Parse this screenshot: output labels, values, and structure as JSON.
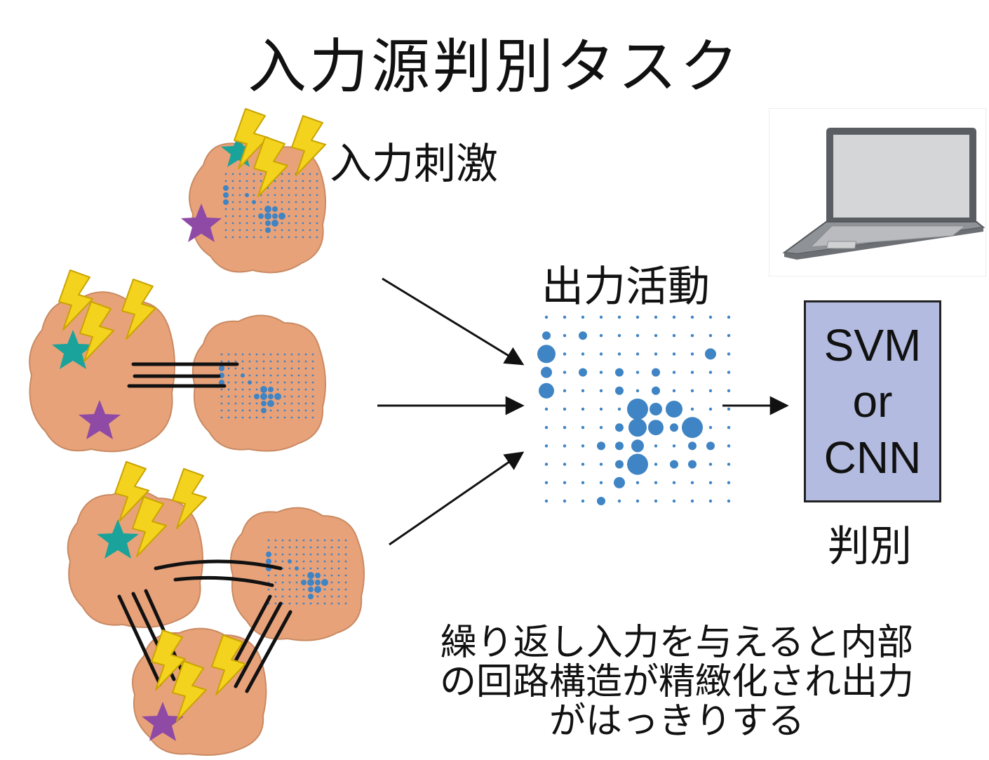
{
  "title": "入力源判別タスク",
  "labels": {
    "input_stimulus": "入力刺激",
    "output_activity": "出力活動",
    "classify": "判別"
  },
  "classifier": {
    "line1": "SVM",
    "line2": "or",
    "line3": "CNN"
  },
  "note": {
    "line1": "繰り返し入力を与えると内部",
    "line2": "の回路構造が精緻化され出力",
    "line3": "がはっきりする"
  },
  "colors": {
    "organoid": "#e8a27a",
    "dots": "#3f84c4",
    "bolt": "#f4d31f",
    "teal_star": "#1aa39a",
    "purple_star": "#8e4aa5",
    "classifier_fill": "#b3bce0"
  },
  "icons": [
    "lightning-icon",
    "teal-star-icon",
    "purple-star-icon",
    "laptop-icon",
    "arrow-icon"
  ]
}
